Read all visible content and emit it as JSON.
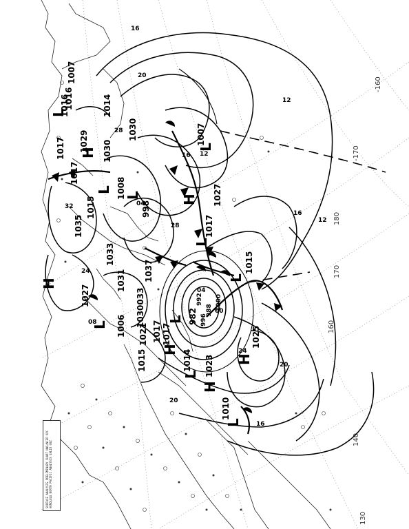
{
  "map": {
    "grid_labels": [
      "-160",
      "-170",
      "180",
      "170",
      "160",
      "140",
      "130"
    ],
    "centers": [
      {
        "type": "H",
        "pressure": "1027"
      },
      {
        "type": "H",
        "pressure": "1025"
      },
      {
        "type": "H",
        "pressure": "1035"
      },
      {
        "type": "H",
        "pressure": "1030"
      },
      {
        "type": "H",
        "pressure": "1027"
      },
      {
        "type": "H",
        "pressure": "1023"
      },
      {
        "type": "H",
        "pressure": "1017"
      },
      {
        "type": "L",
        "pressure": "982"
      },
      {
        "type": "L",
        "pressure": "1007"
      },
      {
        "type": "L",
        "pressure": "1015"
      },
      {
        "type": "L",
        "pressure": "1006"
      },
      {
        "type": "L",
        "pressure": "1014"
      },
      {
        "type": "L",
        "pressure": "1010"
      },
      {
        "type": "L",
        "pressure": "1017"
      },
      {
        "type": "L",
        "pressure": "1016"
      },
      {
        "type": "L",
        "pressure": "1008"
      },
      {
        "type": "L",
        "pressure": "998"
      }
    ],
    "pressure_labels": [
      "1007",
      "1016",
      "1014",
      "1017",
      "1029",
      "1030",
      "1015",
      "1033",
      "1031",
      "1037",
      "1030033",
      "1021",
      "1015",
      "1017",
      "1017",
      "988",
      "992",
      "1000",
      "996"
    ],
    "isobar_labels": [
      "16",
      "20",
      "12",
      "28",
      "32",
      "24",
      "08",
      "04",
      "04",
      "00",
      "12",
      "16",
      "20",
      "24",
      "16",
      "20",
      "12",
      "16",
      "28"
    ],
    "legend": "SURFACE ANALYSIS PRELIMINARY CHART NWS/NCEP OPC HONOLULU NORTH PACIFIC ANALYSIS VALID 00Z"
  }
}
